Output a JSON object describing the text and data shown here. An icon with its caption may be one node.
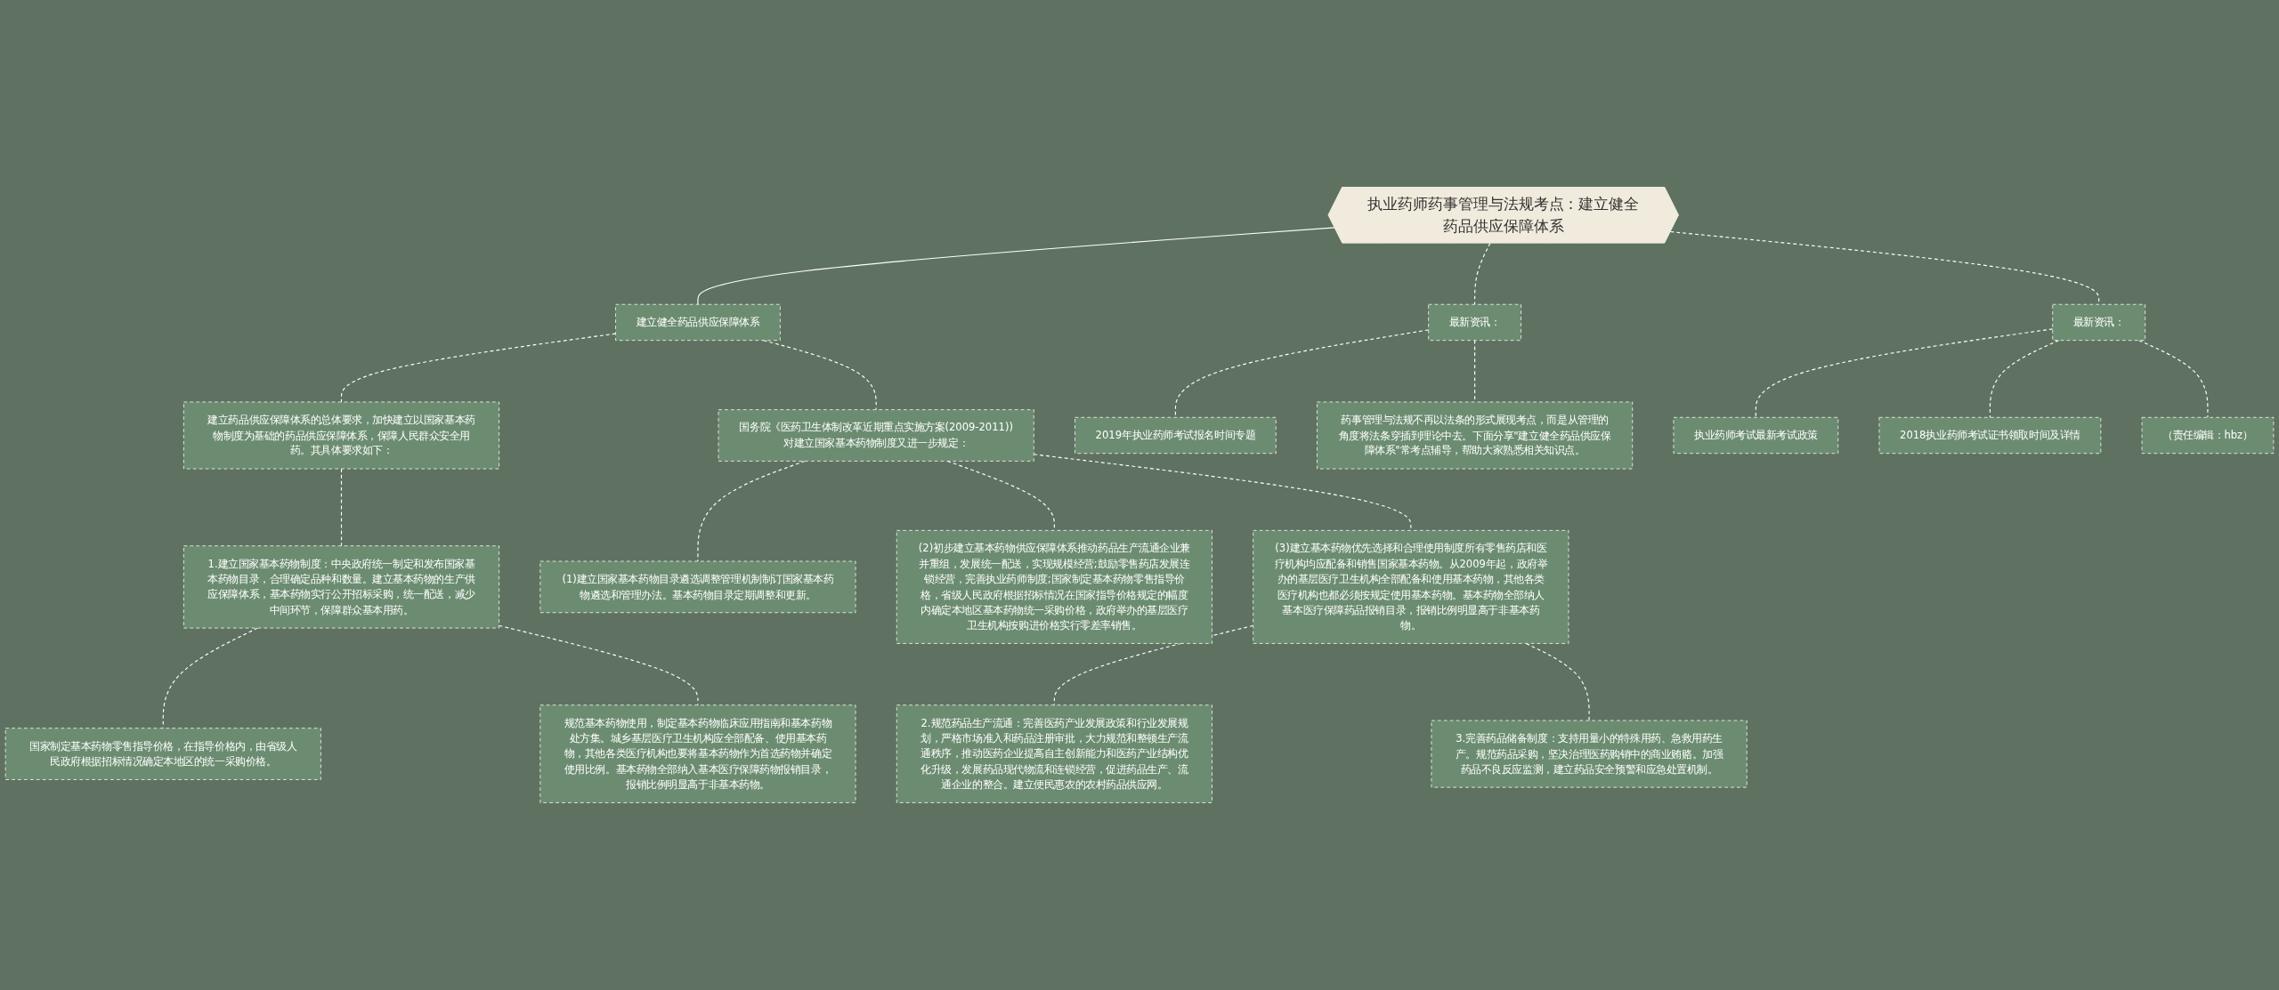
{
  "diagram": {
    "nodes": [
      {
        "text": [
          "执业药师药事管理与法规考点：建立健全药品供应保障体系"
        ]
      },
      {
        "text": [
          "建立健全药品供应保障体系"
        ]
      },
      {
        "text": [
          "建立药品供应保障体系的总体要求，加快建立以国家基本药物制度为基础的药品供应保障体系，保障人民群众安全用药。其具体要求如下："
        ]
      },
      {
        "text": [
          "1.建立国家基本药物制度：中央政府统一制定和发布国家基本药物目录，合理确定品种和数量。建立基本药物的生产供应保障体系，基本药物实行公开招标采购，统一配送，减少中间环节，保障群众基本用药。"
        ]
      },
      {
        "text": [
          "国家制定基本药物零售指导价格，在指导价格内，由省级人民政府根据招标情况确定本地区的统一采购价格。"
        ]
      },
      {
        "text": [
          "规范基本药物使用，制定基本药物临床应用指南和基本药物处方集。城乡基层医疗卫生机构应全部配备、使用基本药物，其他各类医疗机构也要将基本药物作为首选药物并确定使用比例。基本药物全部纳入基本医疗保障药物报销目录，报销比例明显高于非基本药物。"
        ]
      },
      {
        "text": [
          "国务院《医药卫生体制改革近期重点实施方案(2009-2011))对建立国家基本药物制度又进一步规定："
        ]
      },
      {
        "text": [
          "(1)建立国家基本药物目录遴选调整管理机制制订国家基本药物遴选和管理办法。基本药物目录定期调整和更新。"
        ]
      },
      {
        "text": [
          "(2)初步建立基本药物供应保障体系推动药品生产流通企业兼并重组，发展统一配送，实现规模经营;鼓励零售药店发展连锁经营，完善执业药师制度;国家制定基本药物零售指导价格，省级人民政府根据招标情况在国家指导价格规定的幅度内确定本地区基本药物统一采购价格，政府举办的基层医疗卫生机构按购进价格实行零差率销售。"
        ]
      },
      {
        "text": [
          "(3)建立基本药物优先选择和合理使用制度所有零售药店和医疗机构均应配备和销售国家基本药物。从2009年起，政府举办的基层医疗卫生机构全部配备和使用基本药物，其他各类医疗机构也都必须按规定使用基本药物。基本药物全部纳人基本医疗保障药品报销目录，报销比例明显高于非基本药物。"
        ]
      },
      {
        "text": [
          "2.规范药品生产流通：完善医药产业发展政策和行业发展规划，严格市场准入和药品注册审批，大力规范和整顿生产流通秩序，推动医药企业提高自主创新能力和医药产业结构优化升级，发展药品现代物流和连锁经营，促进药品生产、流通企业的整合。建立便民惠农的农村药品供应网。"
        ]
      },
      {
        "text": [
          "3.完善药品储备制度：支持用量小的特殊用药、急救用药生产。规范药品采购，坚决治理医药购销中的商业贿赂。加强药品不良反应监测，建立药品安全预警和应急处置机制。"
        ]
      },
      {
        "text": [
          "最新资讯："
        ]
      },
      {
        "text": [
          "2019年执业药师考试报名时间专题"
        ]
      },
      {
        "text": [
          "药事管理与法规不再以法条的形式展现考点，而是从管理的角度将法条穿插到理论中去。下面分享\"建立健全药品供应保障体系\"常考点辅导，帮助大家熟悉相关知识点。"
        ]
      },
      {
        "text": [
          "最新资讯："
        ]
      },
      {
        "text": [
          "执业药师考试最新考试政策"
        ]
      },
      {
        "text": [
          "2018执业药师考试证书领取时间及详情"
        ]
      },
      {
        "text": [
          "（责任编辑：hbz）"
        ]
      }
    ],
    "edges": [
      {
        "from": 0,
        "to": 1,
        "arrow": "none"
      },
      {
        "from": 1,
        "to": 2,
        "arrow": "none",
        "style": "dashed"
      },
      {
        "from": 2,
        "to": 3,
        "arrow": "none",
        "style": "dashed"
      },
      {
        "from": 3,
        "to": 4,
        "arrow": "none",
        "style": "dashed"
      },
      {
        "from": 3,
        "to": 5,
        "arrow": "none",
        "style": "dashed"
      },
      {
        "from": 1,
        "to": 6,
        "arrow": "none",
        "style": "dashed"
      },
      {
        "from": 6,
        "to": 7,
        "arrow": "none",
        "style": "dashed"
      },
      {
        "from": 6,
        "to": 8,
        "arrow": "none",
        "style": "dashed"
      },
      {
        "from": 6,
        "to": 9,
        "arrow": "none",
        "style": "dashed"
      },
      {
        "from": 9,
        "to": 10,
        "arrow": "none",
        "style": "dashed"
      },
      {
        "from": 9,
        "to": 11,
        "arrow": "none",
        "style": "dashed"
      },
      {
        "from": 0,
        "to": 12,
        "arrow": "none",
        "style": "dashed"
      },
      {
        "from": 12,
        "to": 13,
        "arrow": "none",
        "style": "dashed"
      },
      {
        "from": 12,
        "to": 14,
        "arrow": "none",
        "style": "dashed"
      },
      {
        "from": 0,
        "to": 15,
        "arrow": "none",
        "style": "dashed"
      },
      {
        "from": 15,
        "to": 16,
        "arrow": "none",
        "style": "dashed"
      },
      {
        "from": 15,
        "to": 17,
        "arrow": "none",
        "style": "dashed"
      },
      {
        "from": 15,
        "to": 18,
        "arrow": "none",
        "style": "dashed"
      }
    ]
  }
}
